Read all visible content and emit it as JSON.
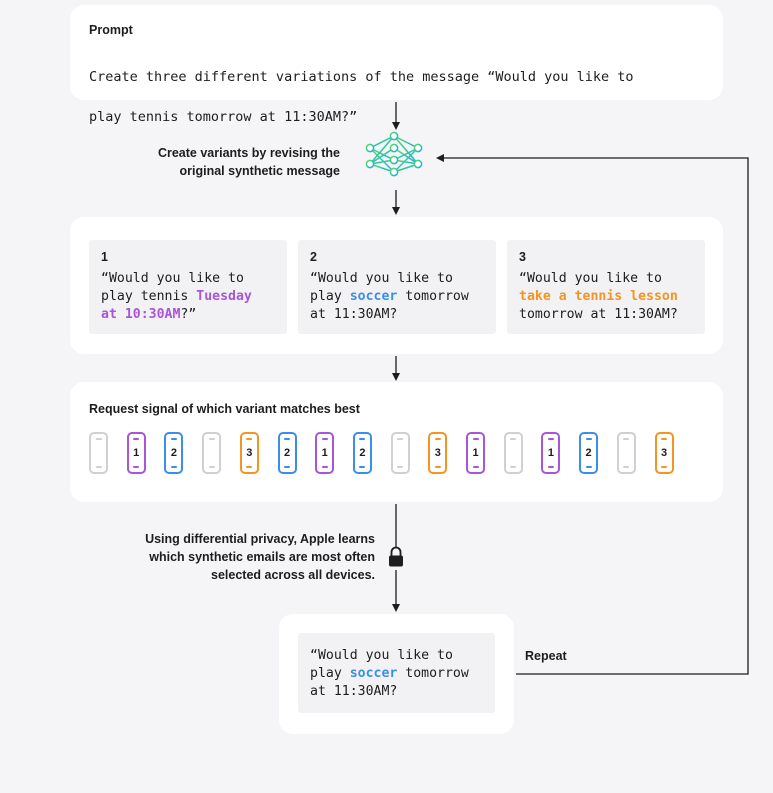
{
  "prompt": {
    "title": "Prompt",
    "text_line1": "Create three different variations of the message “Would you like to",
    "text_line2": "play tennis tomorrow at 11:30AM?”"
  },
  "step_create": {
    "line1": "Create variants by revising the",
    "line2": "original synthetic message",
    "icon": "neural-network-icon"
  },
  "variants": [
    {
      "num": "1",
      "l1": "“Would you like to",
      "l2_pre": "play tennis ",
      "l2_hl": "Tuesday",
      "l3_hl": "at 10:30AM",
      "l3_post": "?”",
      "color": "#a855d8"
    },
    {
      "num": "2",
      "l1": "“Would you like to",
      "l2_pre": "play ",
      "l2_hl": "soccer",
      "l2_post": " tomorrow",
      "l3": "at 11:30AM?",
      "color": "#3b8ee8"
    },
    {
      "num": "3",
      "l1": "“Would you like to",
      "l2_hl": "take a tennis lesson",
      "l3": "tomorrow at 11:30AM?",
      "color": "#f39423"
    }
  ],
  "signal": {
    "title": "Request signal of which variant matches best",
    "devices": [
      "",
      "1",
      "2",
      "",
      "3",
      "2",
      "1",
      "2",
      "",
      "3",
      "1",
      "",
      "1",
      "2",
      "",
      "3"
    ],
    "colors": {
      "empty": "#cfcfd4",
      "1": "#a855d8",
      "2": "#3b8ee8",
      "3": "#f39423"
    }
  },
  "privacy": {
    "line1": "Using differential privacy, Apple learns",
    "line2": "which synthetic emails are most often",
    "line3": "selected across all devices.",
    "icon": "lock-icon"
  },
  "result": {
    "l1": "“Would you like to",
    "l2_pre": "play ",
    "l2_hl": "soccer",
    "l2_post": " tomorrow",
    "l3": "at 11:30AM?"
  },
  "repeat_label": "Repeat"
}
